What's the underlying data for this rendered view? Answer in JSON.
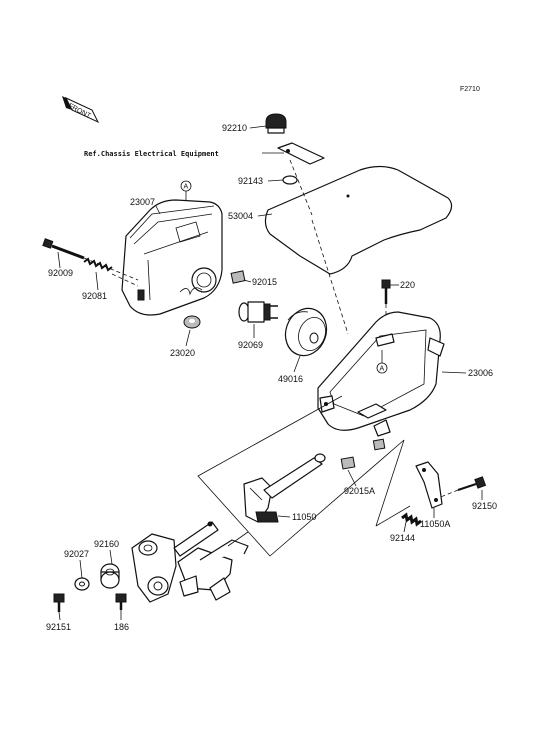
{
  "figure_code": "F2710",
  "front_marker": "FRONT",
  "reference_note": "Ref.Chassis Electrical Equipment",
  "callouts": {
    "A_top": "A",
    "A_right": "A"
  },
  "part_numbers": {
    "p92210": "92210",
    "p92143": "92143",
    "p53004": "53004",
    "p23007": "23007",
    "p92015": "92015",
    "p92009": "92009",
    "p92081": "92081",
    "p220": "220",
    "p23020": "23020",
    "p92069": "92069",
    "p49016": "49016",
    "p23006": "23006",
    "p92015A": "92015A",
    "p11050": "11050",
    "p92150": "92150",
    "p11050A": "11050A",
    "p92144": "92144",
    "p92160": "92160",
    "p92027": "92027",
    "p92151": "92151",
    "p186": "186"
  },
  "colors": {
    "ink": "#111111",
    "background": "#ffffff"
  }
}
